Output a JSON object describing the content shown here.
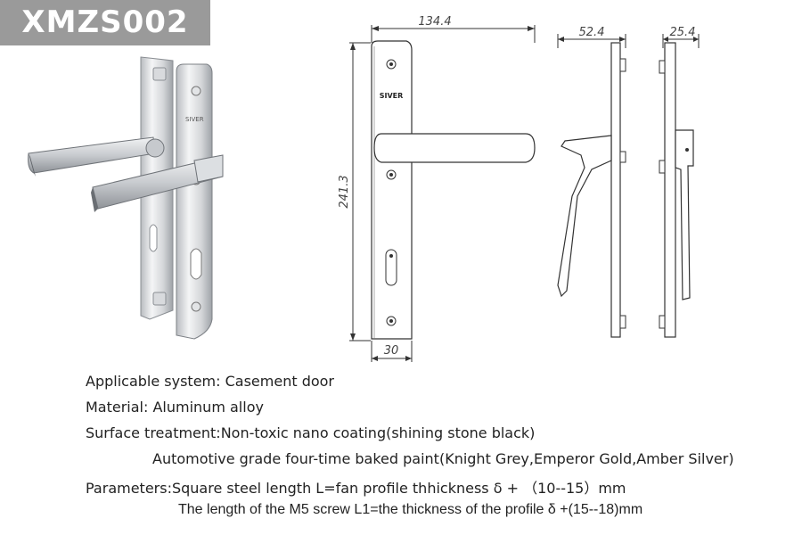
{
  "product": {
    "code": "XMZS002",
    "brand_mark": "SIVER"
  },
  "dimensions": {
    "width": "134.4",
    "height": "241.3",
    "plate_width": "30",
    "side_depth": "52.4",
    "edge_depth": "25.4"
  },
  "specs": [
    "Applicable system: Casement door",
    "Material: Aluminum alloy",
    "Surface treatment:Non-toxic nano coating(shining stone black)",
    "Automotive grade four-time baked paint(Knight Grey,Emperor Gold,Amber Silver)",
    "Parameters:Square steel length L=fan profile thhickness δ + （10--15）mm",
    "The length of the M5 screw L1=the thickness of the profile δ +(15--18)mm"
  ],
  "colors": {
    "badge_bg": "#9a9a9a",
    "badge_text": "#ffffff",
    "drawing_line": "#333333"
  }
}
